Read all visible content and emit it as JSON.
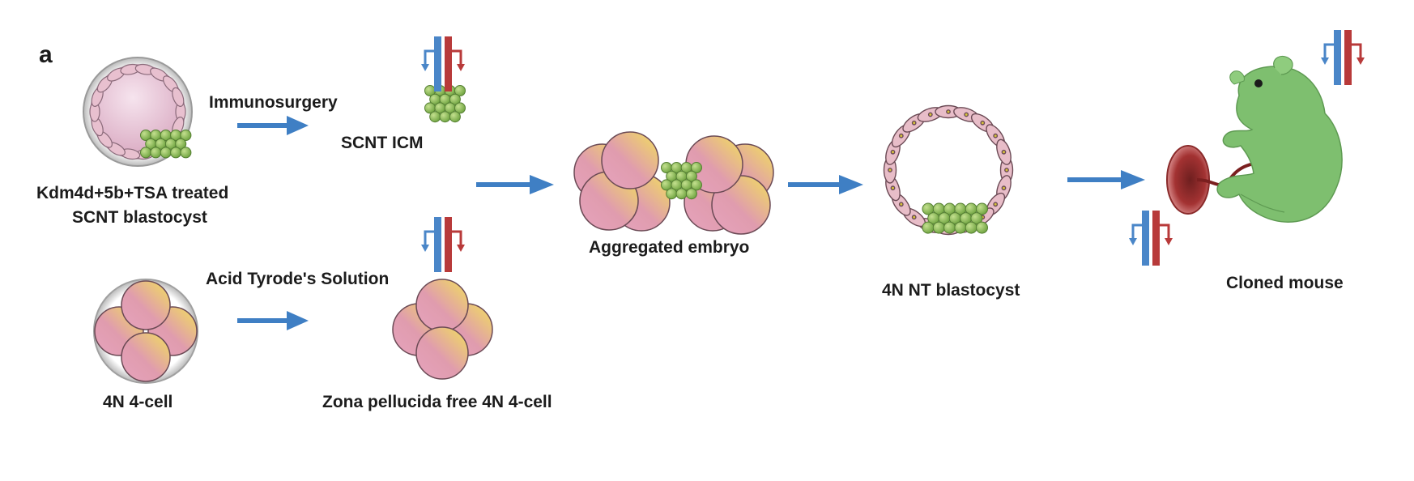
{
  "panel_label": "a",
  "labels": {
    "immunosurgery": "Immunosurgery",
    "scnt_icm": "SCNT ICM",
    "treated_line1": "Kdm4d+5b+TSA treated",
    "treated_line2": "SCNT blastocyst",
    "acid": "Acid Tyrode's Solution",
    "four_cell": "4N 4-cell",
    "zona_free": "Zona pellucida free 4N 4-cell",
    "aggregated": "Aggregated embryo",
    "nt_blastocyst": "4N NT blastocyst",
    "cloned": "Cloned mouse"
  },
  "colors": {
    "arrow": "#3f7fc4",
    "icm_green": "#8fc25a",
    "cell_pink": "#e7a3bb",
    "cell_yellow": "#eddb6e",
    "imprint_blue": "#4a86c8",
    "imprint_red": "#b83a3a",
    "mouse_green": "#7ebf6f",
    "placenta_red": "#b33a3a"
  },
  "icons": [
    "scnt-blastocyst-icon",
    "icm-cluster-icon",
    "four-cell-embryo-icon",
    "aggregated-embryo-icon",
    "nt-blastocyst-icon",
    "placenta-icon",
    "mouse-icon",
    "imprinting-symbol-icon"
  ]
}
